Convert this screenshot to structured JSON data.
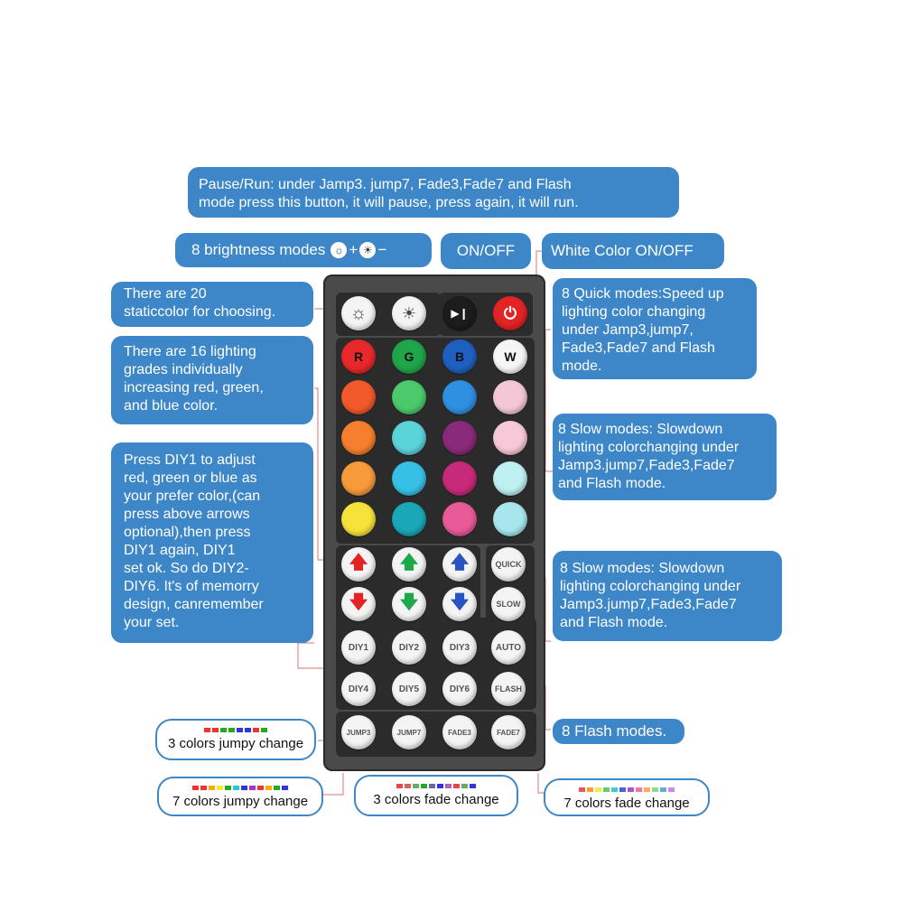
{
  "callouts": {
    "pause_run": "Pause/Run: under Jamp3. jump7, Fade3,Fade7 and Flash\nmode press this button, it will pause, press again, it will run.",
    "brightness": "8 brightness modes",
    "on_off": "ON/OFF",
    "white_color": "White Color  ON/OFF",
    "static_color": "There are 20\nstaticcolor for choosing.",
    "lighting_grades": "There are 16 lighting\ngrades individually\nincreasing red, green,\nand blue color.",
    "diy": "Press DIY1 to adjust\nred, green or blue as\nyour prefer color,(can\npress above arrows\noptional),then press\n DIY1 again, DIY1\nset ok. So do DIY2-\nDIY6. It's of memorry\n design, canremember\nyour set.",
    "quick_modes": "8 Quick modes:Speed up\nlighting color changing\nunder Jamp3,jump7,\nFade3,Fade7 and Flash\nmode.",
    "slow_modes_1": "8 Slow modes: Slowdown\nlighting colorchanging under\nJamp3.jump7,Fade3,Fade7\nand Flash mode.",
    "slow_modes_2": "8 Slow modes: Slowdown\n lighting colorchanging under\nJamp3.jump7,Fade3,Fade7\nand Flash mode.",
    "flash_modes": "8 Flash modes."
  },
  "labels": {
    "jumpy3": "3 colors jumpy change",
    "jumpy7": "7 colors jumpy change",
    "fade3": "3 colors fade change",
    "fade7": "7 colors fade change"
  },
  "remote": {
    "rgbw": [
      "R",
      "G",
      "B",
      "W"
    ],
    "diy": [
      "DIY1",
      "DIY2",
      "DIY3",
      "DIY4",
      "DIY5",
      "DIY6"
    ],
    "quick": "QUICK",
    "slow": "SLOW",
    "auto": "AUTO",
    "flash": "FLASH",
    "modes": [
      "JUMP3",
      "JUMP7",
      "FADE3",
      "FADE7"
    ]
  },
  "colors": {
    "callout_bg": "#3d86c8",
    "color_grid": [
      [
        "#e8282a",
        "#20a64a",
        "#1f5fbf",
        "#f6f6f6"
      ],
      [
        "#f2592a",
        "#4cc96b",
        "#2f8fe0",
        "#f3c7d6"
      ],
      [
        "#f57f2e",
        "#5ad3d9",
        "#8a2a7a",
        "#f6c8d8"
      ],
      [
        "#f79a3a",
        "#37c0e6",
        "#c72a78",
        "#bff0f2"
      ],
      [
        "#f6e23a",
        "#1aa8b8",
        "#e85a98",
        "#a8e6ee"
      ]
    ]
  }
}
